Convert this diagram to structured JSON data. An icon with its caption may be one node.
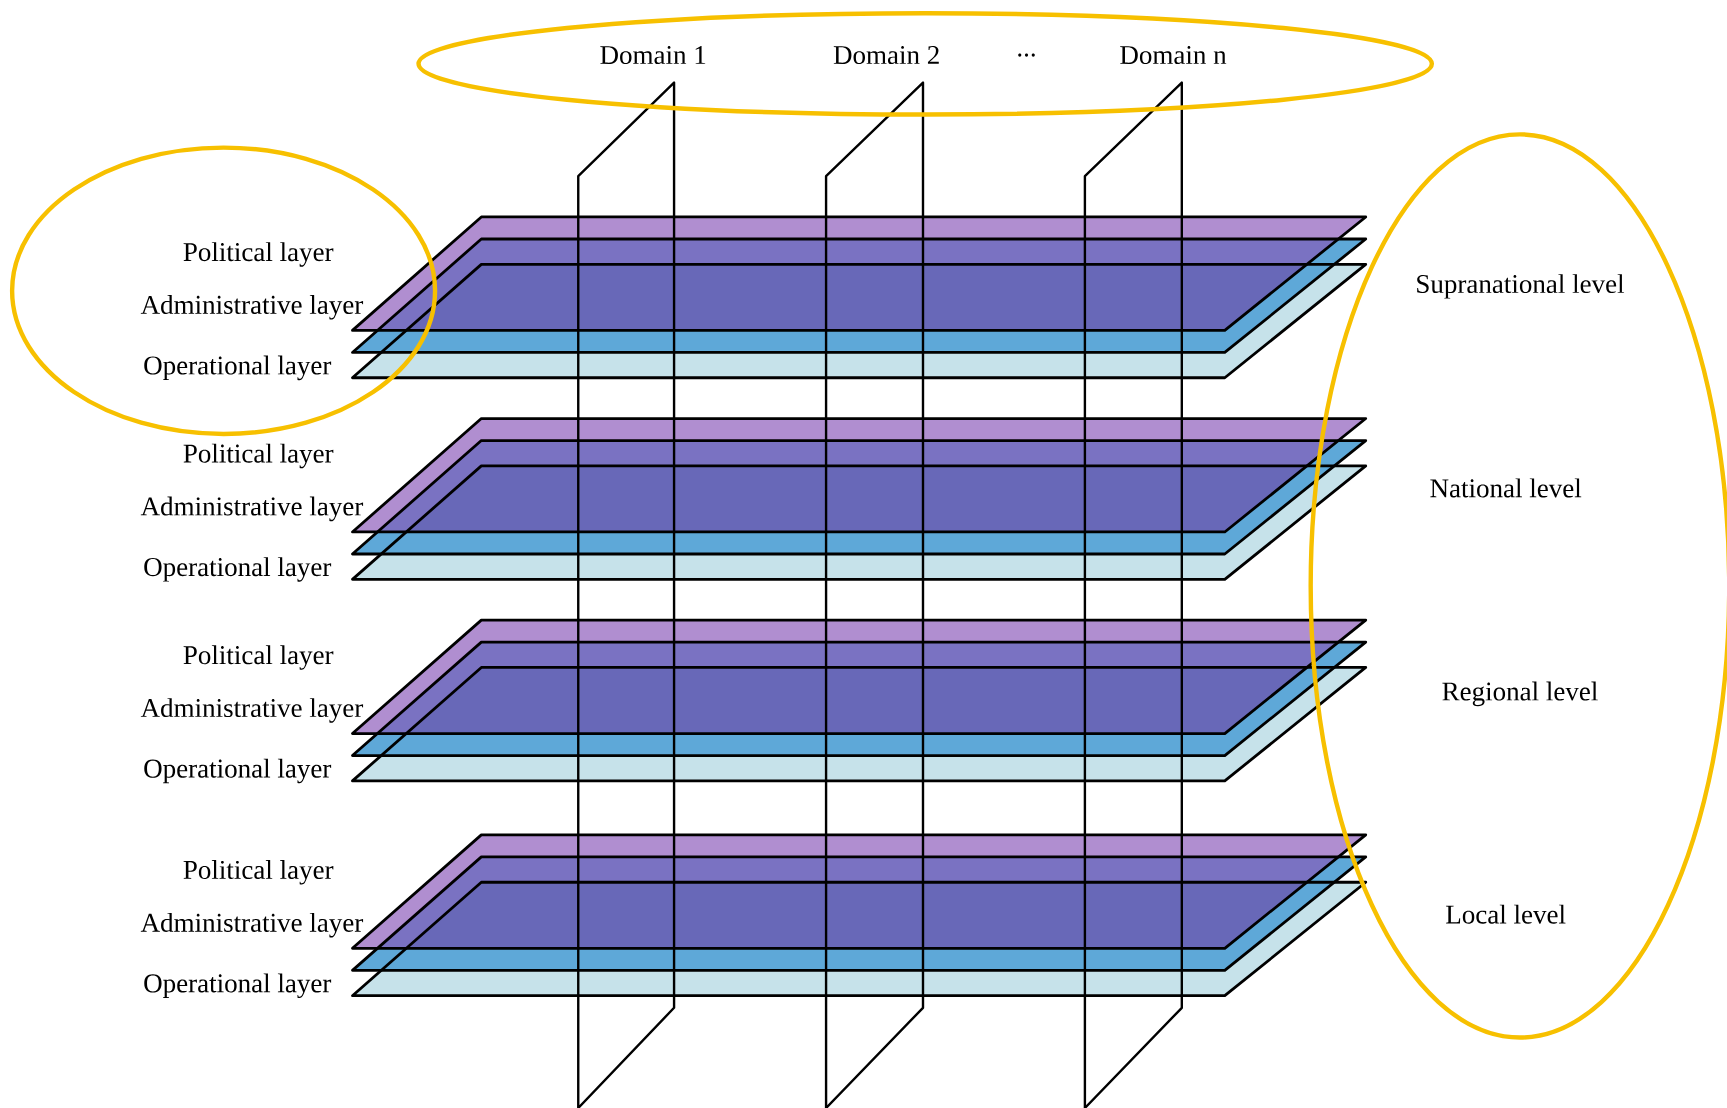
{
  "diagram": {
    "nodes": [
      {
        "text": [
          "Domain 1",
          "Domain 2",
          "...",
          "Domain n"
        ]
      },
      {
        "text": [
          "Political layer",
          "Administrative layer",
          "Operational layer"
        ]
      },
      {
        "text": [
          "Supranational level",
          "National level",
          "Regional level",
          "Local level"
        ]
      }
    ],
    "edges": [],
    "labels": [
      "Political layer",
      "Administrative layer",
      "Operational layer",
      "Political layer",
      "Administrative layer",
      "Operational layer",
      "Political layer",
      "Administrative layer",
      "Operational layer"
    ]
  }
}
